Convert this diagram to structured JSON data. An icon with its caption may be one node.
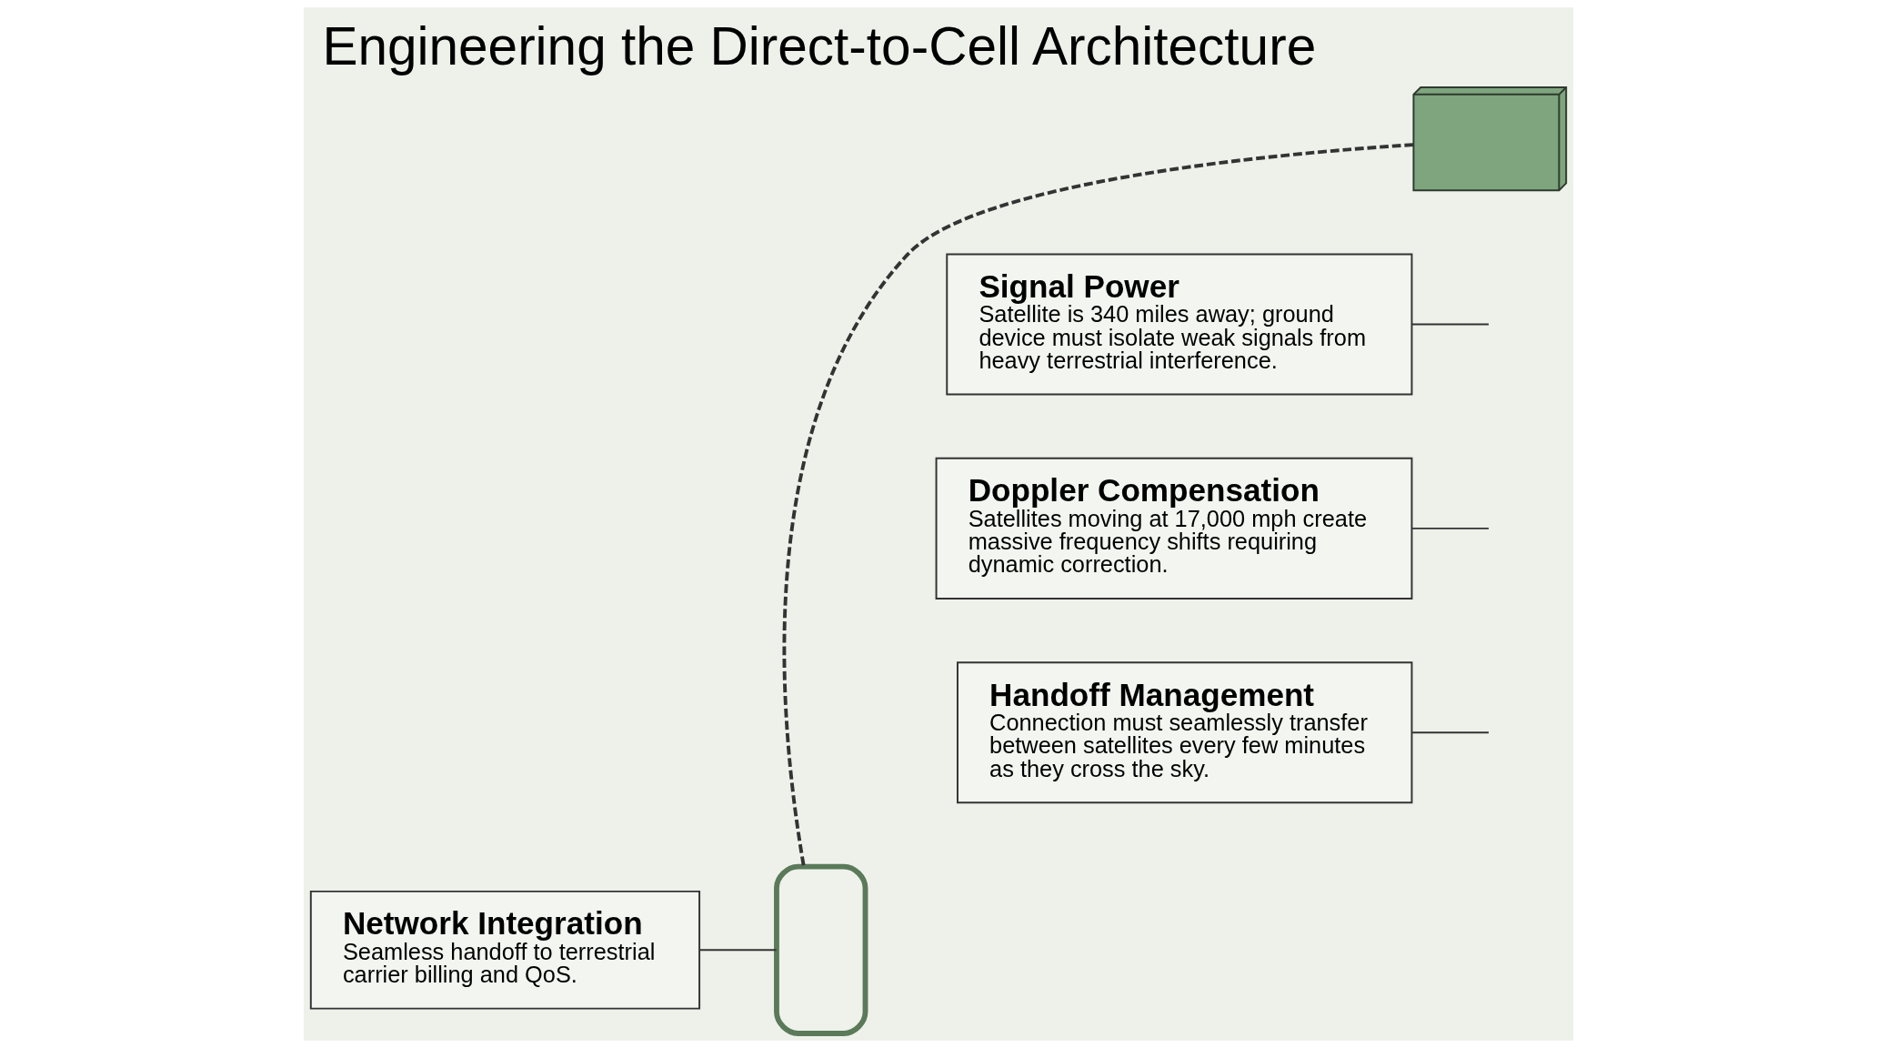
{
  "diagram": {
    "title": "Engineering the Direct-to-Cell Architecture",
    "nodes": [
      {
        "text": [],
        "shape": "satellite"
      },
      {
        "text": [
          "Signal Power",
          "Satellite is 340 miles away; ground device must isolate weak signals from heavy terrestrial interference."
        ]
      },
      {
        "text": [
          "Doppler Compensation",
          "Satellites moving at 17,000 mph create massive frequency shifts requiring dynamic correction."
        ]
      },
      {
        "text": [
          "Handoff Management",
          "Connection must seamlessly transfer between satellites every few minutes as they cross the sky."
        ]
      },
      {
        "text": [
          "Network Integration",
          "Seamless handoff to terrestrial carrier billing and QoS."
        ]
      },
      {
        "text": [],
        "shape": "phone"
      }
    ],
    "edges": [
      {
        "from": 0,
        "to": 5,
        "arrow": "none",
        "style": "dashed"
      },
      {
        "from": 1,
        "to": null,
        "arrow": "none"
      },
      {
        "from": 2,
        "to": null,
        "arrow": "none"
      },
      {
        "from": 3,
        "to": null,
        "arrow": "none"
      },
      {
        "from": 4,
        "to": 5,
        "arrow": "none"
      }
    ]
  }
}
